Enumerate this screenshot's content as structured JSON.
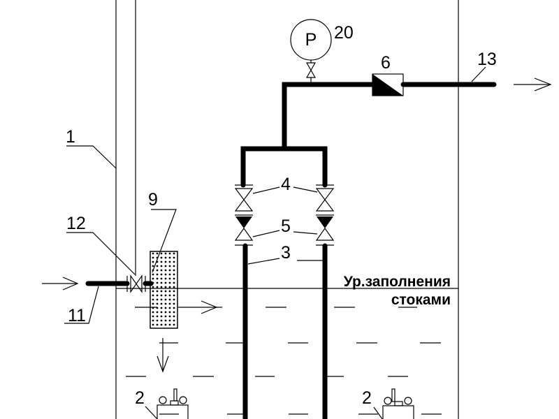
{
  "labels": {
    "wall": "1",
    "pump": "2",
    "pump_right": "2",
    "riser": "3",
    "gate_valve": "4",
    "check_valve_lower": "5",
    "check_valve": "6",
    "screen": "9",
    "inlet_pipe": "11",
    "inlet_valve": "12",
    "outlet_pipe": "13",
    "gauge": "20"
  },
  "gauge_symbol": "P",
  "level_text": {
    "line1": "Ур.заполнения",
    "line2": "стоками"
  }
}
